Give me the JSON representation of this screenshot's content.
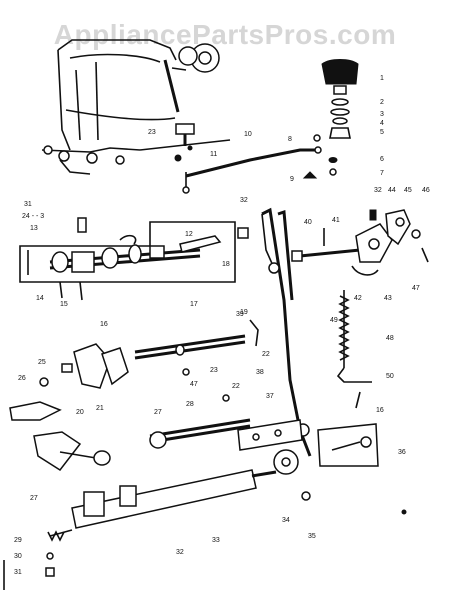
{
  "watermark": "AppliancePartsPros.com",
  "callouts": [
    {
      "id": "c1",
      "text": "1"
    },
    {
      "id": "c2",
      "text": "2"
    },
    {
      "id": "c3",
      "text": "3"
    },
    {
      "id": "c4",
      "text": "4"
    },
    {
      "id": "c5",
      "text": "5"
    },
    {
      "id": "c6",
      "text": "6"
    },
    {
      "id": "c7",
      "text": "7"
    },
    {
      "id": "c8",
      "text": "8"
    },
    {
      "id": "c9",
      "text": "9"
    },
    {
      "id": "c10",
      "text": "10"
    },
    {
      "id": "c11",
      "text": "11"
    },
    {
      "id": "c12",
      "text": "12"
    },
    {
      "id": "c13",
      "text": "13"
    },
    {
      "id": "c14",
      "text": "14"
    },
    {
      "id": "c15",
      "text": "15"
    },
    {
      "id": "c16",
      "text": "16"
    },
    {
      "id": "c16b",
      "text": "16"
    },
    {
      "id": "c17",
      "text": "17"
    },
    {
      "id": "c18",
      "text": "18"
    },
    {
      "id": "c19",
      "text": "19"
    },
    {
      "id": "c20",
      "text": "20"
    },
    {
      "id": "c21",
      "text": "21"
    },
    {
      "id": "c22a",
      "text": "22"
    },
    {
      "id": "c22b",
      "text": "22"
    },
    {
      "id": "c23",
      "text": "23"
    },
    {
      "id": "c24",
      "text": "24 - - 3"
    },
    {
      "id": "c25",
      "text": "25"
    },
    {
      "id": "c26",
      "text": "26"
    },
    {
      "id": "c27",
      "text": "27"
    },
    {
      "id": "c27b",
      "text": "27"
    },
    {
      "id": "c28",
      "text": "28"
    },
    {
      "id": "c29",
      "text": "29"
    },
    {
      "id": "c30",
      "text": "30"
    },
    {
      "id": "c31",
      "text": "31"
    },
    {
      "id": "c31b",
      "text": "31"
    },
    {
      "id": "c32",
      "text": "32"
    },
    {
      "id": "c32b",
      "text": "32"
    },
    {
      "id": "c32c",
      "text": "32"
    },
    {
      "id": "c33",
      "text": "33"
    },
    {
      "id": "c34",
      "text": "34"
    },
    {
      "id": "c35",
      "text": "35"
    },
    {
      "id": "c36",
      "text": "36"
    },
    {
      "id": "c37",
      "text": "37"
    },
    {
      "id": "c38",
      "text": "38"
    },
    {
      "id": "c39",
      "text": "39"
    },
    {
      "id": "c40",
      "text": "40"
    },
    {
      "id": "c41",
      "text": "41"
    },
    {
      "id": "c42",
      "text": "42"
    },
    {
      "id": "c43",
      "text": "43"
    },
    {
      "id": "c44",
      "text": "44"
    },
    {
      "id": "c45",
      "text": "45"
    },
    {
      "id": "c46",
      "text": "46"
    },
    {
      "id": "c47",
      "text": "47"
    },
    {
      "id": "c47b",
      "text": "47"
    },
    {
      "id": "c48",
      "text": "48"
    },
    {
      "id": "c49",
      "text": "49"
    },
    {
      "id": "c50",
      "text": "50"
    },
    {
      "id": "c23b",
      "text": "23"
    }
  ]
}
